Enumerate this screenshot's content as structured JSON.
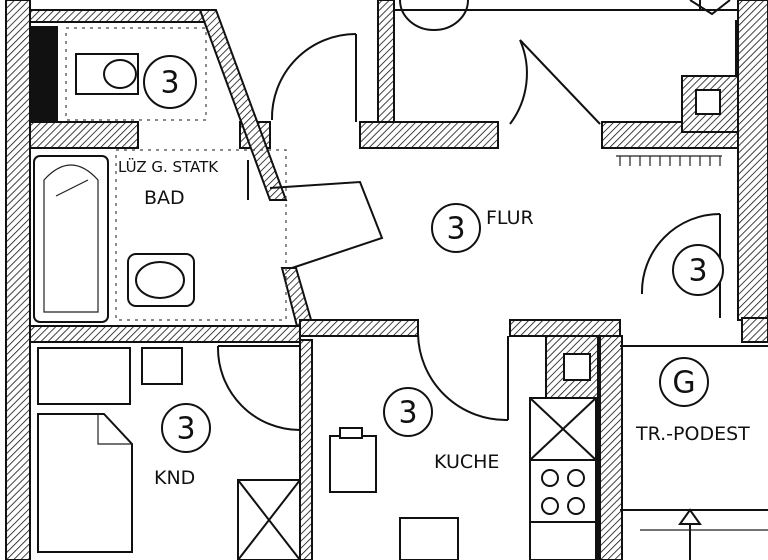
{
  "rooms": [
    {
      "id": "wc",
      "code": "3",
      "label": ""
    },
    {
      "id": "bad",
      "code": "",
      "label": "BAD",
      "note": "LÜZ G. STATK"
    },
    {
      "id": "flur",
      "code": "3",
      "label": "FLUR"
    },
    {
      "id": "flur-east",
      "code": "3",
      "label": ""
    },
    {
      "id": "kind",
      "code": "3",
      "label": "KND"
    },
    {
      "id": "kueche",
      "code": "3",
      "label": "KUCHE"
    },
    {
      "id": "podest",
      "code": "G",
      "label": "TR.-PODEST"
    }
  ]
}
